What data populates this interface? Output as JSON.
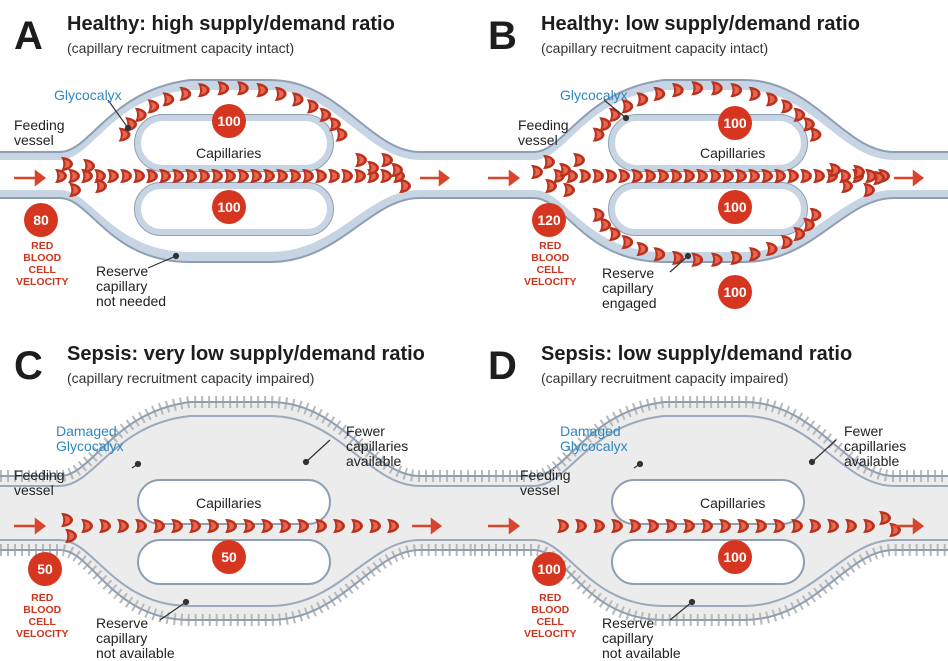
{
  "panels": [
    {
      "letter": "A",
      "title": "Healthy: high supply/demand ratio",
      "subtitle": "(capillary recruitment capacity intact)",
      "glycocalyx_label": "Glycocalyx",
      "feeding_label": "Feeding\nvessel",
      "capillaries_label": "Capillaries",
      "reserve_label": "Reserve\ncapillary\nnot needed",
      "rbc_label": "RED\nBLOOD\nCELL\nVELOCITY",
      "velocity": "80",
      "top_capillary_velocity": "100",
      "middle_capillary_velocity": "100"
    },
    {
      "letter": "B",
      "title": "Healthy: low supply/demand ratio",
      "subtitle": "(capillary recruitment capacity intact)",
      "glycocalyx_label": "Glycocalyx",
      "feeding_label": "Feeding\nvessel",
      "capillaries_label": "Capillaries",
      "reserve_label": "Reserve\ncapillary\nengaged",
      "rbc_label": "RED\nBLOOD\nCELL\nVELOCITY",
      "velocity": "120",
      "top_capillary_velocity": "100",
      "middle_capillary_velocity": "100",
      "reserve_capillary_velocity": "100"
    },
    {
      "letter": "C",
      "title": "Sepsis: very low supply/demand ratio",
      "subtitle": "(capillary recruitment capacity impaired)",
      "glycocalyx_label": "Damaged\nGlycocalyx",
      "feeding_label": "Feeding\nvessel",
      "capillaries_label": "Capillaries",
      "fewer_label": "Fewer\ncapillaries\navailable",
      "reserve_label": "Reserve\ncapillary\nnot available",
      "rbc_label": "RED\nBLOOD\nCELL\nVELOCITY",
      "velocity": "50",
      "middle_capillary_velocity": "50"
    },
    {
      "letter": "D",
      "title": "Sepsis: low supply/demand ratio",
      "subtitle": "(capillary recruitment capacity impaired)",
      "glycocalyx_label": "Damaged\nGlycocalyx",
      "feeding_label": "Feeding\nvessel",
      "capillaries_label": "Capillaries",
      "fewer_label": "Fewer\ncapillaries\navailable",
      "reserve_label": "Reserve\ncapillary\nnot available",
      "rbc_label": "RED\nBLOOD\nCELL\nVELOCITY",
      "velocity": "100",
      "middle_capillary_velocity": "100"
    }
  ],
  "colors": {
    "vessel_wall": "#8f9fb3",
    "glycocalyx": "#c7d4e4",
    "damaged_glycocalyx": "#c9c9c9",
    "blood_cell": "#c0341f",
    "badge": "#d6361f",
    "flow_arrow": "#d8452c"
  }
}
